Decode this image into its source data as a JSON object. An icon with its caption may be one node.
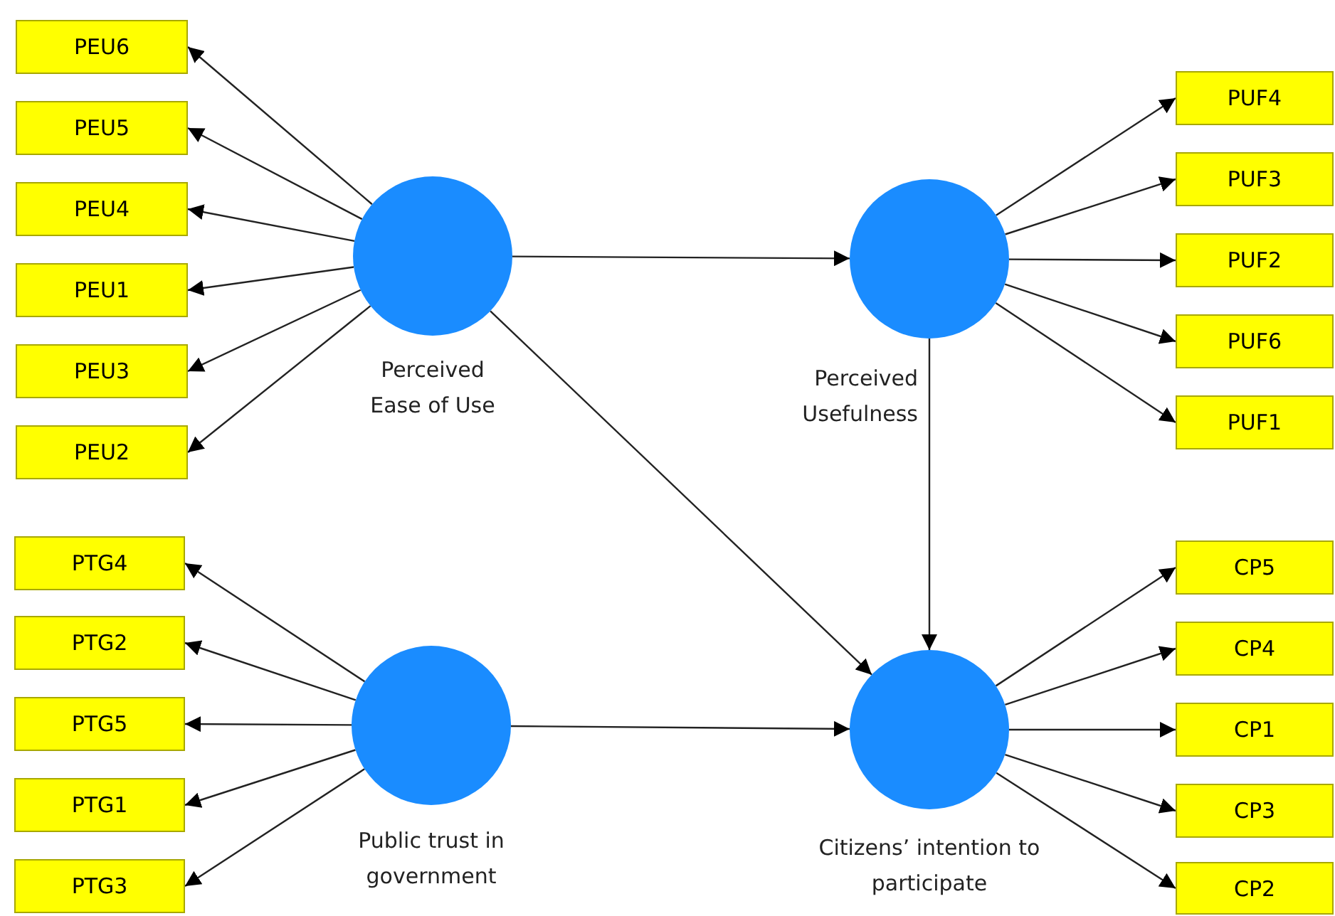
{
  "diagram": {
    "nodes": [
      {
        "text": [
          "PEU6"
        ]
      },
      {
        "text": [
          "PEU5"
        ]
      },
      {
        "text": [
          "PEU4"
        ]
      },
      {
        "text": [
          "PEU1"
        ]
      },
      {
        "text": [
          "PEU3"
        ]
      },
      {
        "text": [
          "PEU2"
        ]
      },
      {
        "text": [
          "Perceived Ease of Use"
        ]
      },
      {
        "text": [
          "Perceived Usefulness"
        ]
      },
      {
        "text": [
          "PUF4"
        ]
      },
      {
        "text": [
          "PUF3"
        ]
      },
      {
        "text": [
          "PUF2"
        ]
      },
      {
        "text": [
          "PUF6"
        ]
      },
      {
        "text": [
          "PUF1"
        ]
      },
      {
        "text": [
          "PTG4"
        ]
      },
      {
        "text": [
          "PTG2"
        ]
      },
      {
        "text": [
          "PTG5"
        ]
      },
      {
        "text": [
          "PTG1"
        ]
      },
      {
        "text": [
          "PTG3"
        ]
      },
      {
        "text": [
          "Public trust in government"
        ]
      },
      {
        "text": [
          "Citizens’ intention to participate"
        ]
      },
      {
        "text": [
          "CP5"
        ]
      },
      {
        "text": [
          "CP4"
        ]
      },
      {
        "text": [
          "CP1"
        ]
      },
      {
        "text": [
          "CP3"
        ]
      },
      {
        "text": [
          "CP2"
        ]
      }
    ],
    "edges": [
      {
        "from": 6,
        "to": 0,
        "arrow": "to"
      },
      {
        "from": 6,
        "to": 1,
        "arrow": "to"
      },
      {
        "from": 6,
        "to": 2,
        "arrow": "to"
      },
      {
        "from": 6,
        "to": 3,
        "arrow": "to"
      },
      {
        "from": 6,
        "to": 4,
        "arrow": "to"
      },
      {
        "from": 6,
        "to": 5,
        "arrow": "to"
      },
      {
        "from": 6,
        "to": 7,
        "arrow": "to"
      },
      {
        "from": 6,
        "to": 19,
        "arrow": "to"
      },
      {
        "from": 7,
        "to": 8,
        "arrow": "to"
      },
      {
        "from": 7,
        "to": 9,
        "arrow": "to"
      },
      {
        "from": 7,
        "to": 10,
        "arrow": "to"
      },
      {
        "from": 7,
        "to": 11,
        "arrow": "to"
      },
      {
        "from": 7,
        "to": 12,
        "arrow": "to"
      },
      {
        "from": 7,
        "to": 19,
        "arrow": "to"
      },
      {
        "from": 18,
        "to": 13,
        "arrow": "to"
      },
      {
        "from": 18,
        "to": 14,
        "arrow": "to"
      },
      {
        "from": 18,
        "to": 15,
        "arrow": "to"
      },
      {
        "from": 18,
        "to": 16,
        "arrow": "to"
      },
      {
        "from": 18,
        "to": 17,
        "arrow": "to"
      },
      {
        "from": 18,
        "to": 19,
        "arrow": "to"
      },
      {
        "from": 19,
        "to": 20,
        "arrow": "to"
      },
      {
        "from": 19,
        "to": 21,
        "arrow": "to"
      },
      {
        "from": 19,
        "to": 22,
        "arrow": "to"
      },
      {
        "from": 19,
        "to": 23,
        "arrow": "to"
      },
      {
        "from": 19,
        "to": 24,
        "arrow": "to"
      }
    ]
  }
}
